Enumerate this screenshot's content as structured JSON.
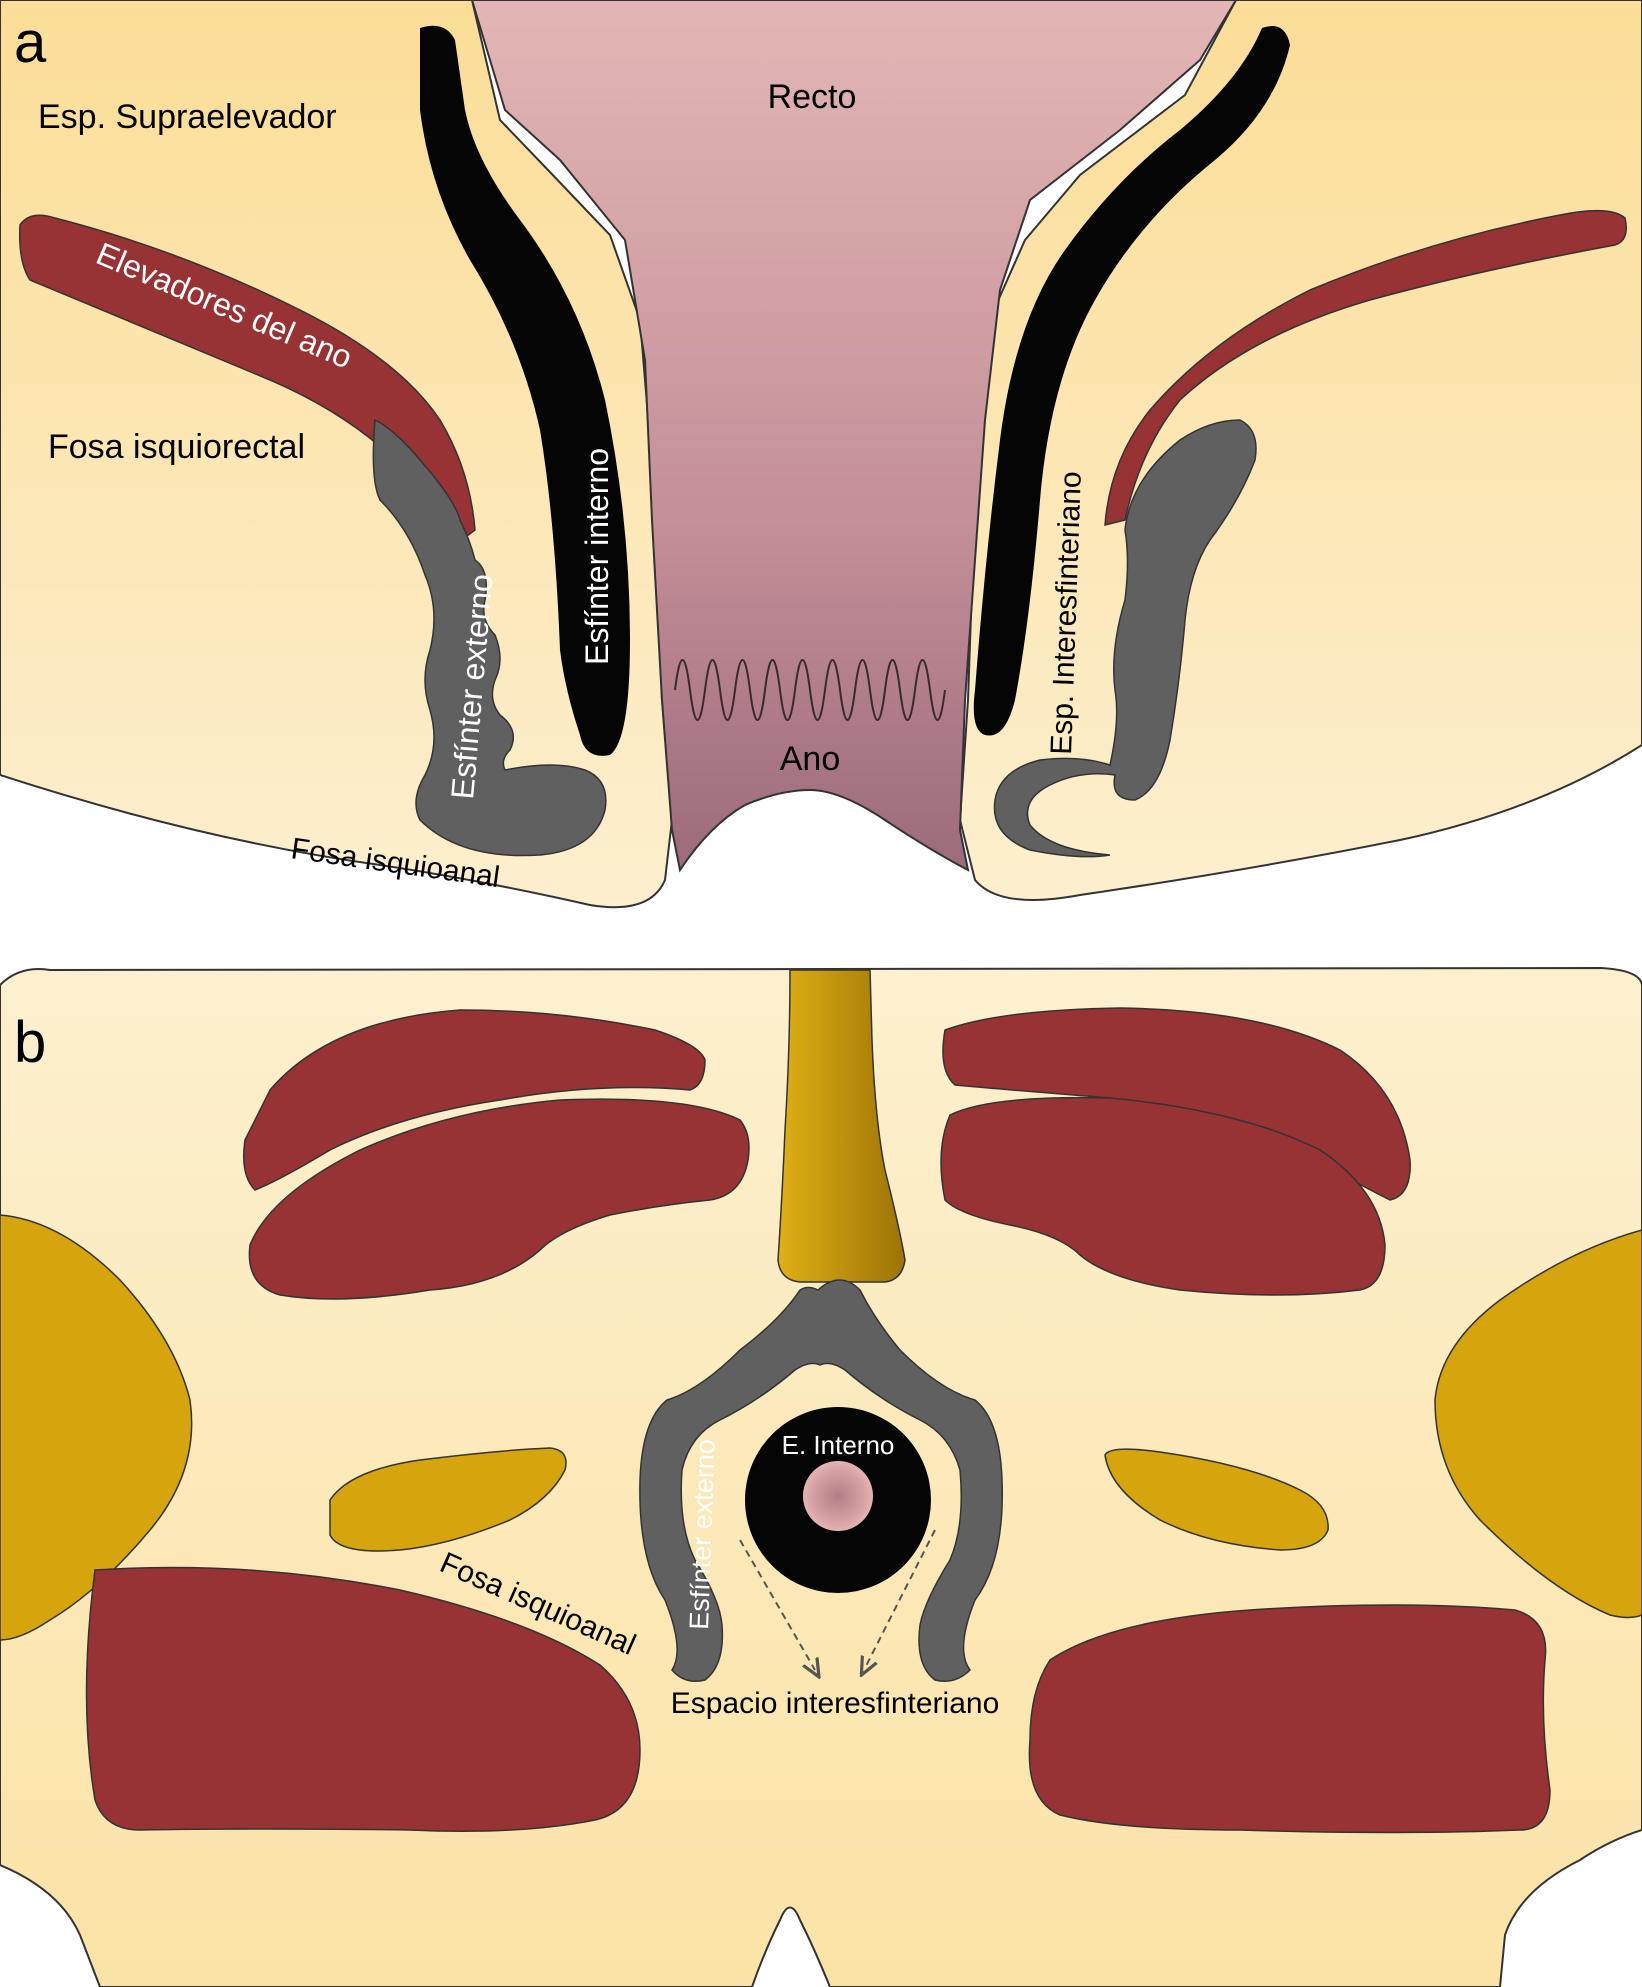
{
  "colors": {
    "fat": "#fbe3a8",
    "fat_light": "#fdf1cf",
    "muscle": "#973334",
    "sphincter_external": "#606060",
    "sphincter_internal": "#050505",
    "bone": "#d6a40c",
    "bone_dark": "#a77c08",
    "rectum_top": "#dfb1b1",
    "rectum_bottom": "#9f6e7c",
    "outline": "#2a2a2a"
  },
  "panel_a": {
    "letter": "a",
    "labels": {
      "supraelevator": "Esp. Supraelevador",
      "rectum": "Recto",
      "levators": "Elevadores del ano",
      "ischiorectal_fossa": "Fosa isquiorectal",
      "internal_sphincter": "Esfínter interno",
      "external_sphincter": "Esfínter externo",
      "intersphincteric_space": "Esp. Interesfinteriano",
      "anus": "Ano",
      "ischioanal_fossa": "Fosa isquioanal"
    }
  },
  "panel_b": {
    "letter": "b",
    "labels": {
      "internal_sphincter": "E. Interno",
      "external_sphincter": "Esfínter externo",
      "ischioanal_fossa": "Fosa isquioanal",
      "intersphincteric_space": "Espacio interesfinteriano"
    }
  }
}
